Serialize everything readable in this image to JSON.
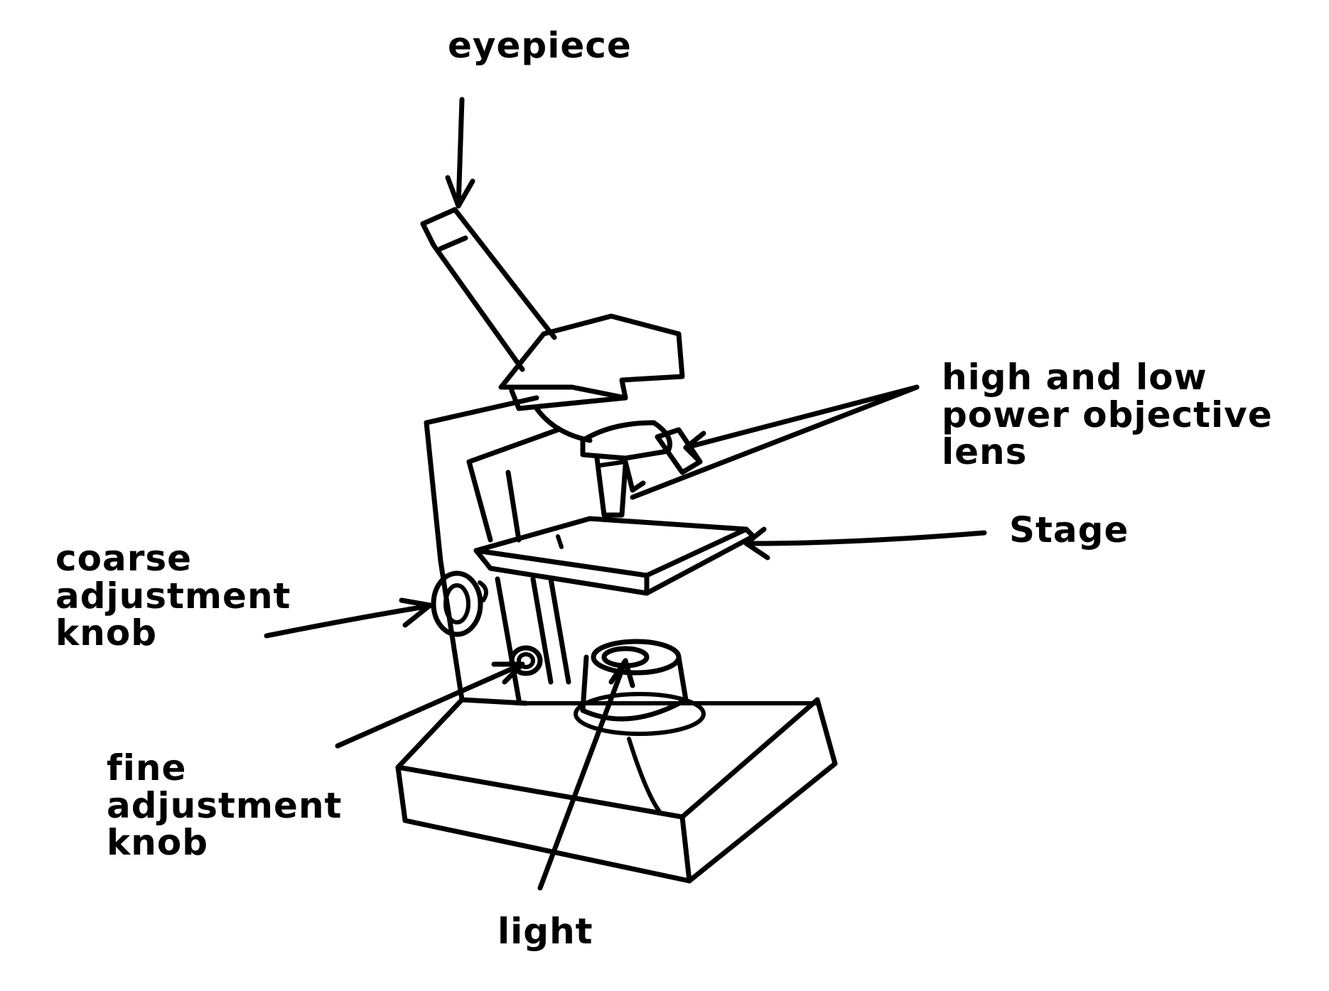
{
  "labels": {
    "eyepiece": "eyepiece",
    "objective_lens": "high and low\npower objective lens",
    "stage": "Stage",
    "coarse_adjustment_knob": "coarse\nadjustment\nknob",
    "fine_adjustment_knob": "fine\nadjustment\nknob",
    "light": "light"
  },
  "colors": {
    "ink": "#000000",
    "background": "#ffffff"
  }
}
